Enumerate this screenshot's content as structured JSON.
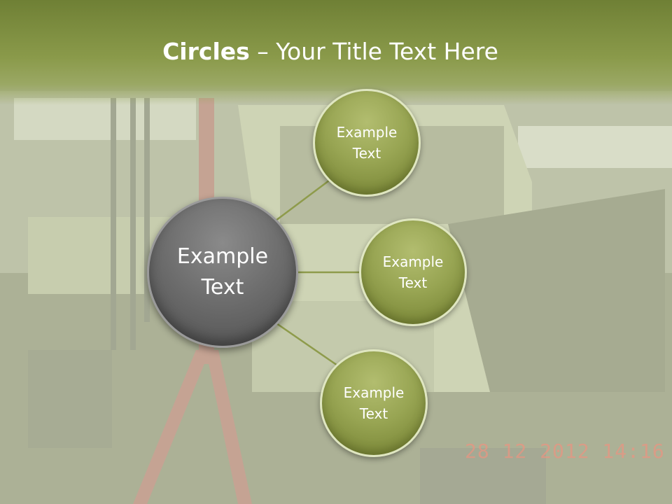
{
  "slide": {
    "title_bold": "Circles",
    "title_rest": " – Your Title Text Here",
    "background_photo_stamp": "28 12 2012 14:16"
  },
  "diagram": {
    "center": {
      "label": "Example Text",
      "color": "#5f5f5f"
    },
    "satellites": [
      {
        "label": "Example Text"
      },
      {
        "label": "Example Text"
      },
      {
        "label": "Example Text"
      }
    ],
    "accent_color": "#8e9b4b",
    "connector_color": "#8e9b4b"
  }
}
